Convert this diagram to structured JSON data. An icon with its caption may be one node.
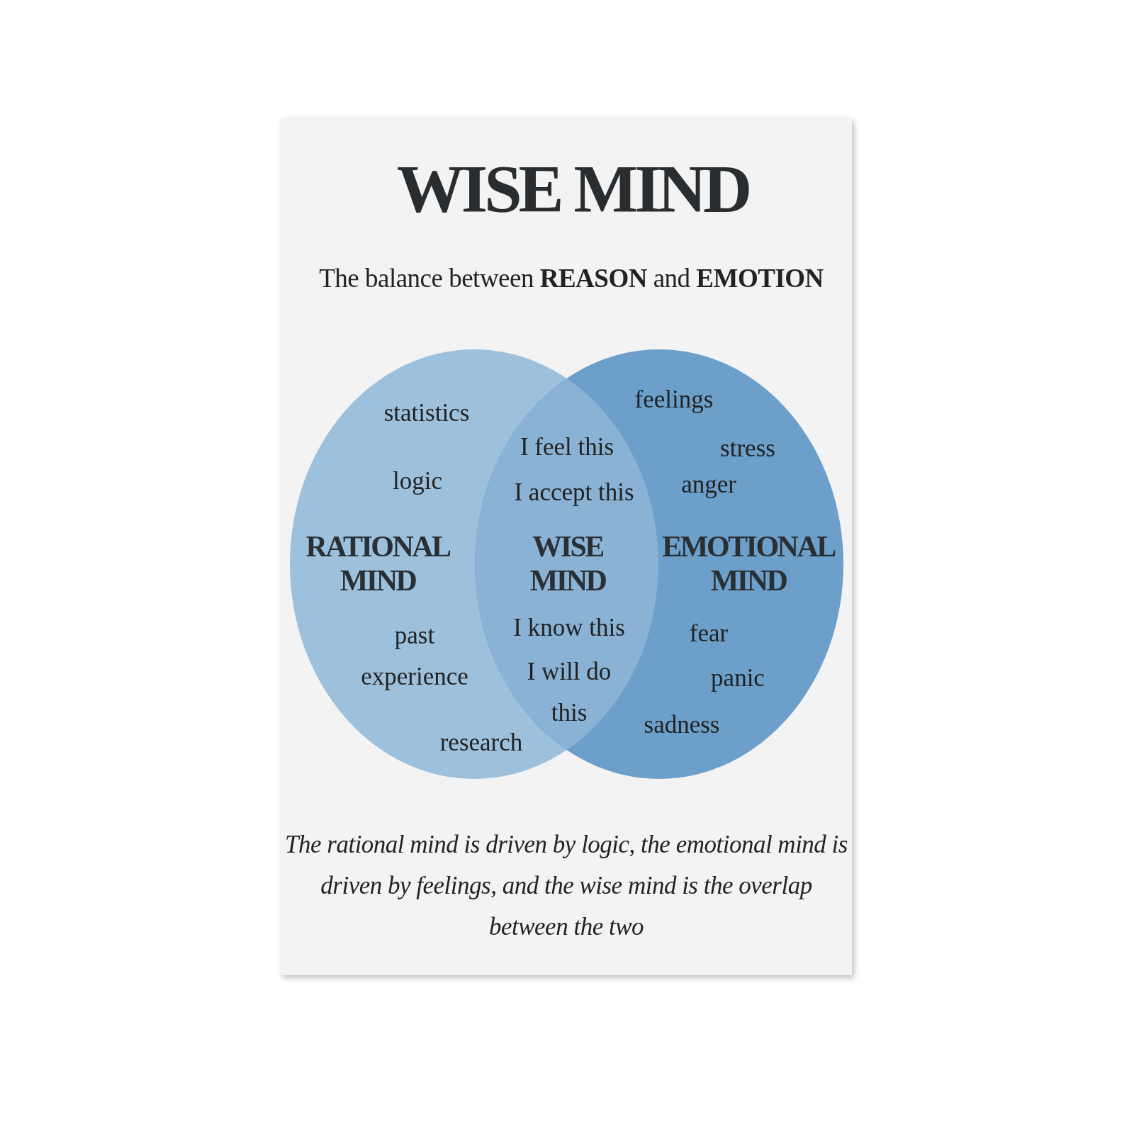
{
  "diagram": {
    "title": "WISE MIND",
    "caption": "The rational mind is driven by logic, the emotional mind is driven by feelings, and the wise mind is the overlap between the two",
    "nodes": [
      {
        "text": [
          "statistics",
          "logic",
          "RATIONAL MIND",
          "past experience",
          "research"
        ]
      },
      {
        "text": [
          "feelings",
          "stress",
          "anger",
          "EMOTIONAL MIND",
          "fear",
          "panic",
          "sadness"
        ]
      },
      {
        "text": [
          "I feel this",
          "I accept this",
          "WISE MIND",
          "I know this",
          "I will do this"
        ]
      }
    ],
    "edges": [],
    "labels": [
      "The balance between **REASON** and **EMOTION**"
    ]
  }
}
